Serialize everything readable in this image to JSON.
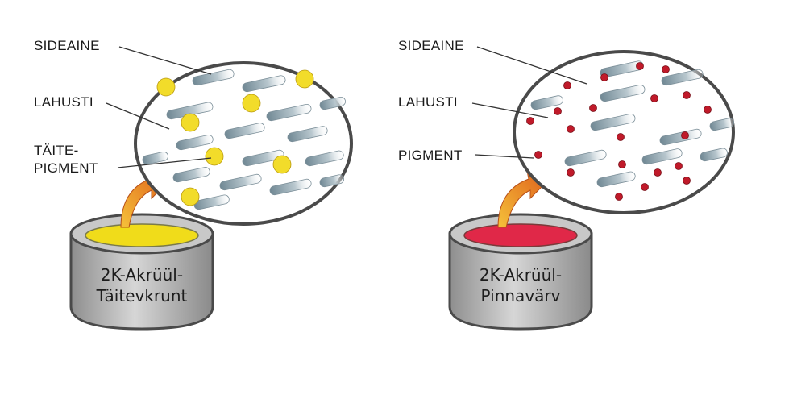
{
  "left": {
    "labels": {
      "binder": "SIDEAINE",
      "solvent": "LAHUSTI",
      "filler_line1": "TÄITE-",
      "filler_line2": "PIGMENT"
    },
    "can": {
      "line1": "2K-Akrüül-",
      "line2": "Täitevkrunt"
    },
    "particle_color": "#f2dc2a",
    "paint_color": "#f0dc1a"
  },
  "right": {
    "labels": {
      "binder": "SIDEAINE",
      "solvent": "LAHUSTI",
      "pigment": "PIGMENT"
    },
    "can": {
      "line1": "2K-Akrüül-",
      "line2": "Pinnavärv"
    },
    "particle_color": "#c01a2a",
    "paint_color": "#e02848"
  },
  "colors": {
    "binder_streak": "#8fa3ad",
    "outline": "#4a4a4a",
    "arrow": "#e87a22",
    "can_body": "#a9a9a9"
  }
}
